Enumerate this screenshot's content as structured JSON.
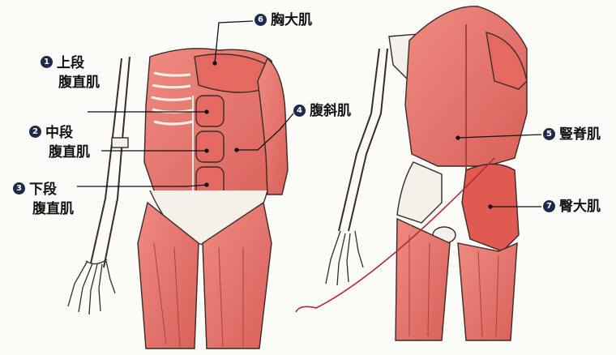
{
  "labels": [
    {
      "id": "pec",
      "num": "6",
      "line1": "胸大肌",
      "line2": ""
    },
    {
      "id": "upper-rectus",
      "num": "1",
      "line1": "上段",
      "line2": "腹直肌"
    },
    {
      "id": "mid-rectus",
      "num": "2",
      "line1": "中段",
      "line2": "腹直肌"
    },
    {
      "id": "lower-rectus",
      "num": "3",
      "line1": "下段",
      "line2": "腹直肌"
    },
    {
      "id": "oblique",
      "num": "4",
      "line1": "腹斜肌",
      "line2": ""
    },
    {
      "id": "erector",
      "num": "5",
      "line1": "豎脊肌",
      "line2": ""
    },
    {
      "id": "glute",
      "num": "7",
      "line1": "臀大肌",
      "line2": ""
    }
  ],
  "colors": {
    "muscle": "#e8796f",
    "muscle_dark": "#c9534b",
    "bone": "#f4f1ea",
    "outline": "#3a2a28",
    "badge": "#1d2a4a"
  }
}
